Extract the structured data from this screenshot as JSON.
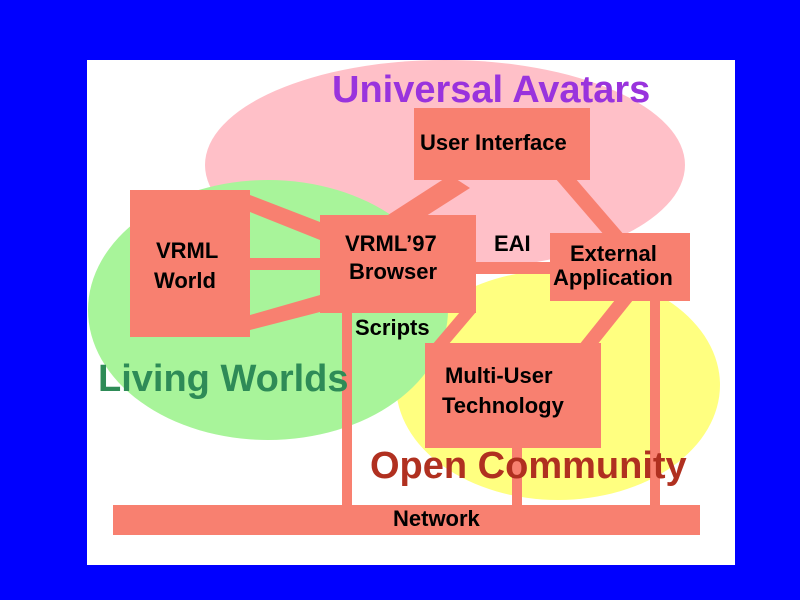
{
  "diagram": {
    "titles": {
      "universal_avatars": "Universal Avatars",
      "living_worlds": "Living Worlds",
      "open_community": "Open Community"
    },
    "boxes": {
      "user_interface": "User Interface",
      "vrml_world_line1": "VRML",
      "vrml_world_line2": "World",
      "vrml97_browser_line1": "VRML’97",
      "vrml97_browser_line2": "Browser",
      "external_app_line1": "External",
      "external_app_line2": "Application",
      "multi_user_line1": "Multi-User",
      "multi_user_line2": "Technology",
      "network": "Network"
    },
    "edge_labels": {
      "eai": "EAI",
      "scripts": "Scripts"
    },
    "colors": {
      "background": "#0000ff",
      "panel": "#ffffff",
      "universal_avatars_blob": "#ffc0c8",
      "living_worlds_blob": "#a8f49a",
      "open_community_blob": "#ffff80",
      "box_fill": "#f88070",
      "universal_avatars_text": "#9933dd",
      "living_worlds_text": "#2e8b57",
      "open_community_text": "#b03020"
    }
  }
}
